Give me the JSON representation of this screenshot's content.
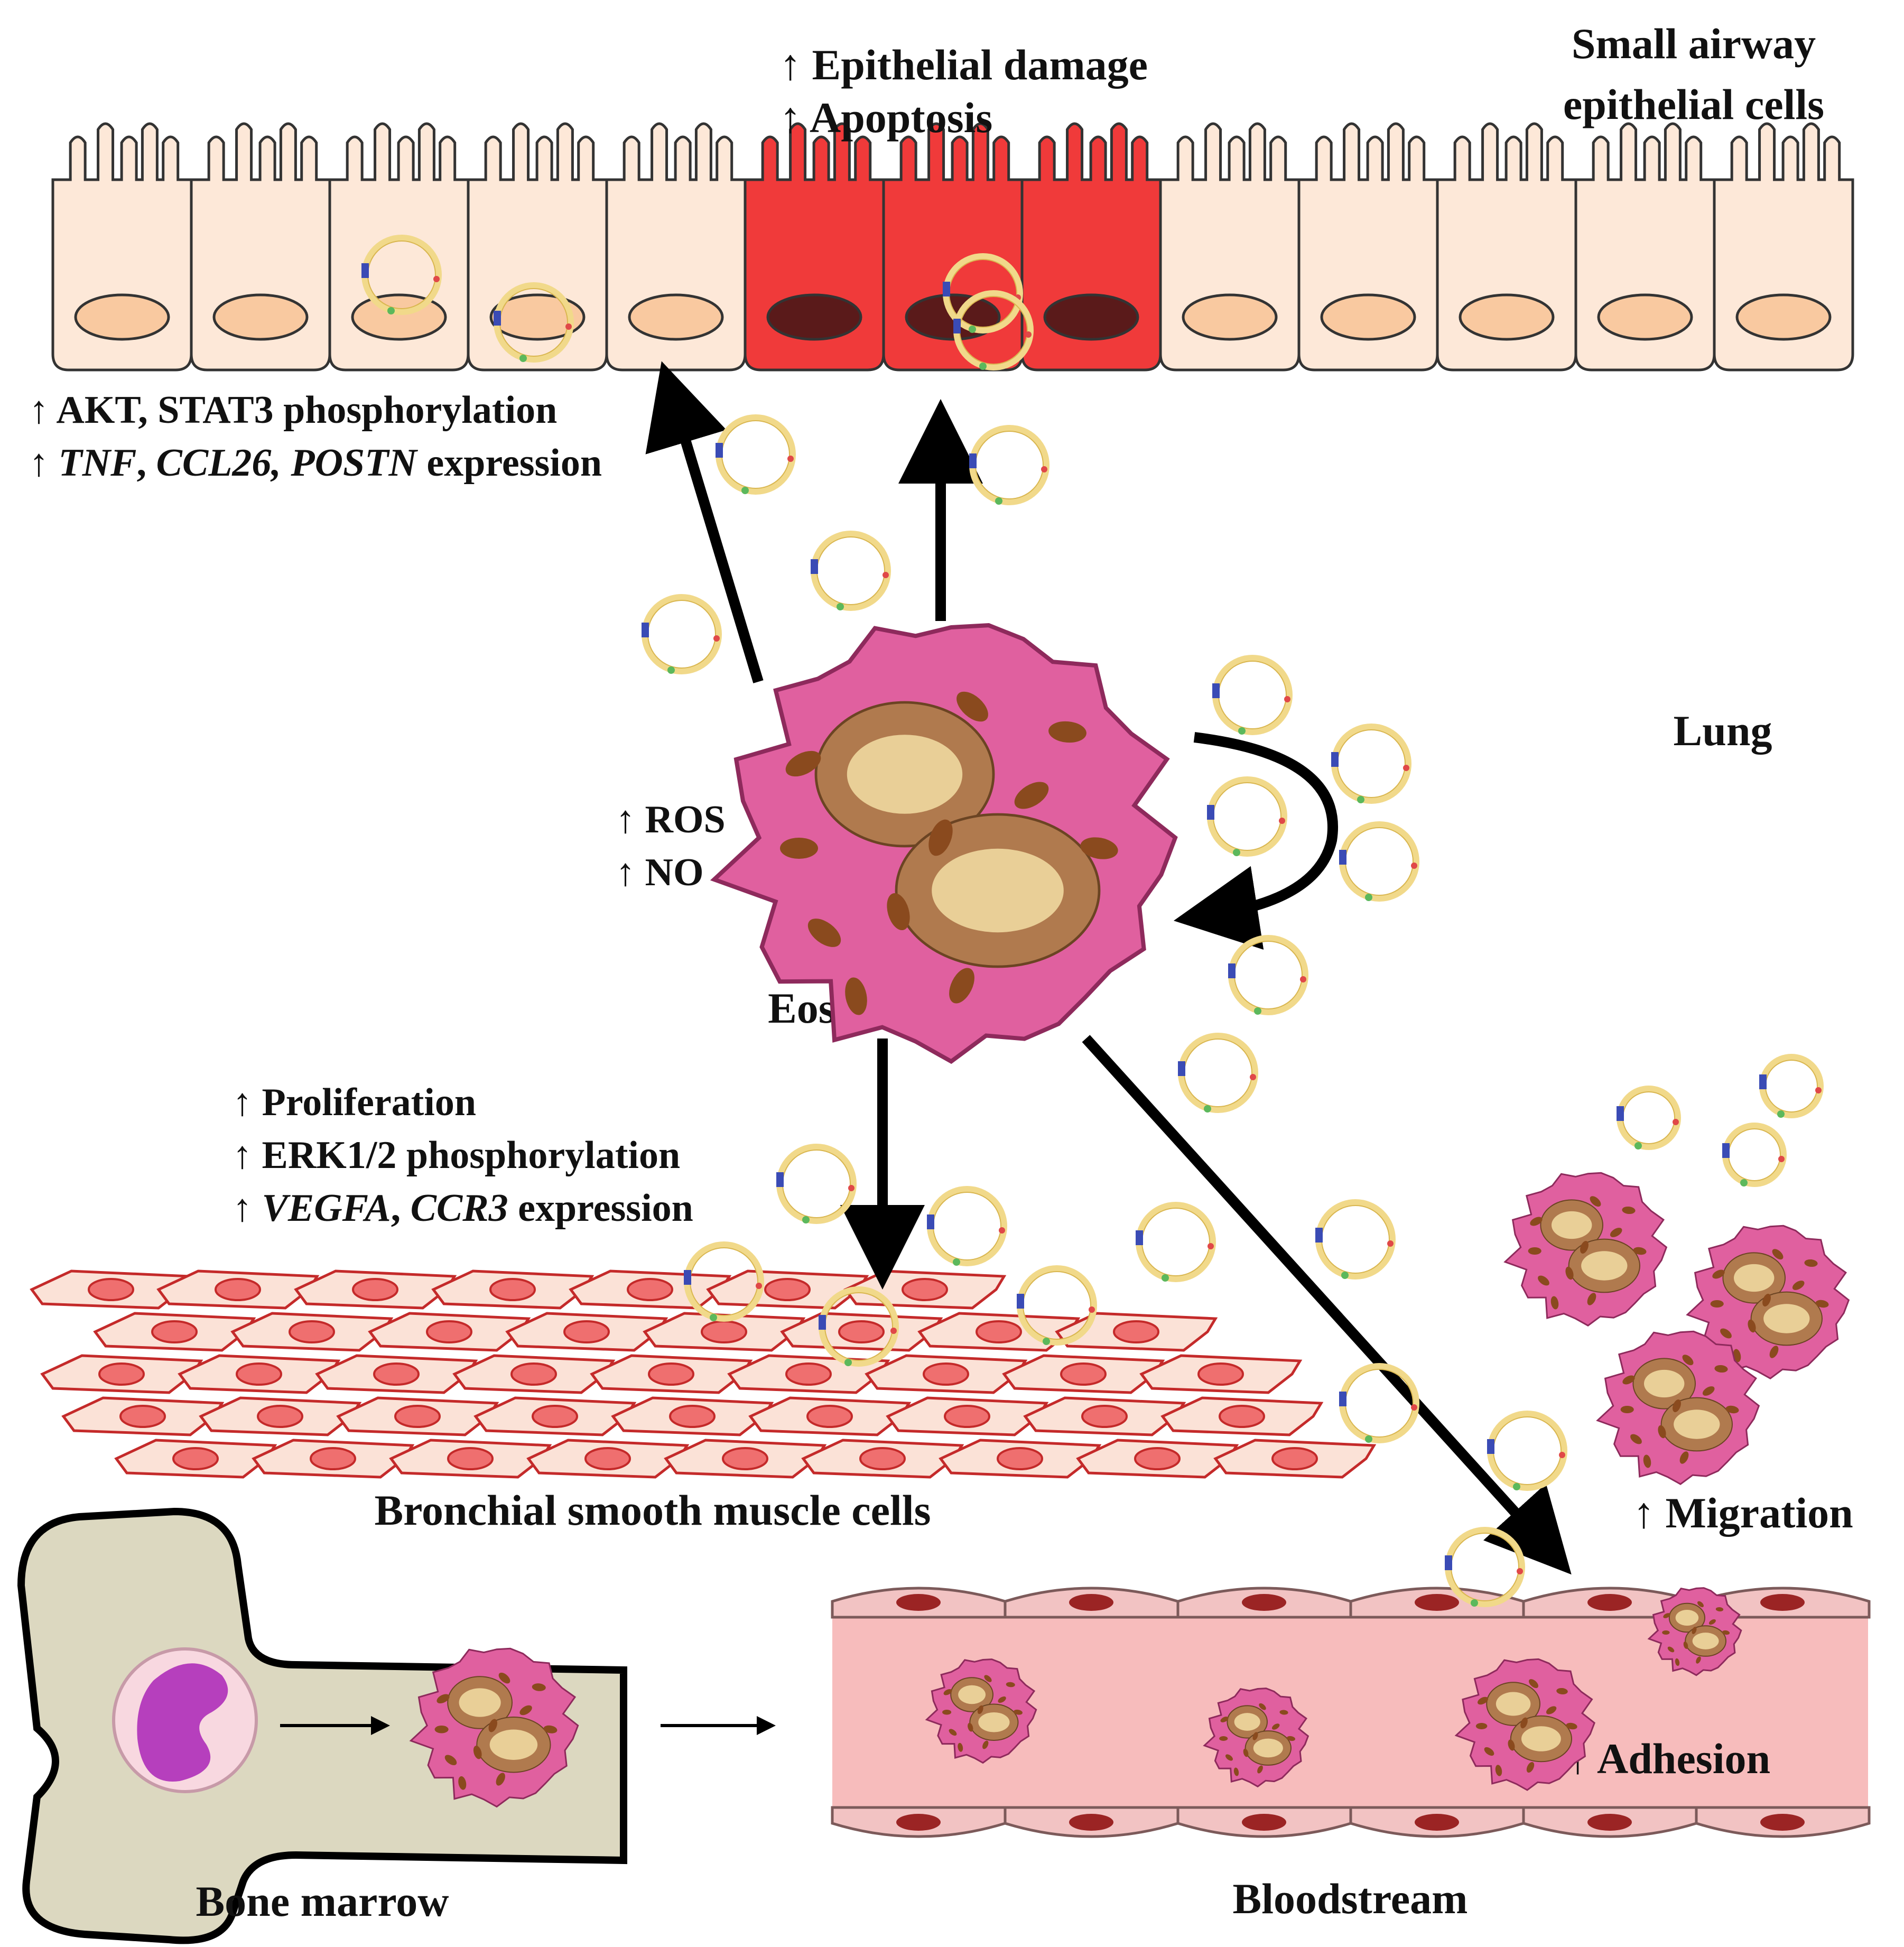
{
  "labels": {
    "epithelium_title_1": "Small airway",
    "epithelium_title_2": "epithelial cells",
    "damage_1": "↑ Epithelial damage",
    "damage_2": "↑ Apoptosis",
    "akt": "↑ AKT, STAT3 phosphorylation",
    "tnf_prefix": "↑ ",
    "tnf_genes": "TNF",
    "tnf_sep": ", ",
    "tnf_genes2": "CCL26, POSTN",
    "tnf_suffix": " expression",
    "lung": "Lung",
    "ros": "↑ ROS",
    "no": "↑ NO",
    "eosinophil": "Eosinophil",
    "prolif": "↑ Proliferation",
    "erk": "↑ ERK1/2 phosphorylation",
    "vegfa_prefix": "↑ ",
    "vegfa_gene": "VEGFA",
    "vegfa_sep": ", ",
    "ccr3_gene": "CCR3",
    "vegfa_suffix": " expression",
    "bsmc": "Bronchial smooth muscle cells",
    "migration": "↑ Migration",
    "adhesion": "↑ Adhesion",
    "bone_marrow": "Bone marrow",
    "bloodstream": "Bloodstream"
  },
  "colors": {
    "normal_cell": "#fde8d8",
    "damaged_cell": "#f03a3a",
    "nucleus": "#f9c9a0",
    "damaged_nucleus": "#5a1a1a",
    "eosinophil": "#e0609f",
    "eos_nucleus": "#b07a4e",
    "granule": "#8a4a1e",
    "vessel": "#f7bcbc",
    "bone": "#dcd8c0",
    "muscle": "#fbe2d7",
    "muscle_edge": "#c42a2a",
    "vesicle": "#f1d98a"
  }
}
